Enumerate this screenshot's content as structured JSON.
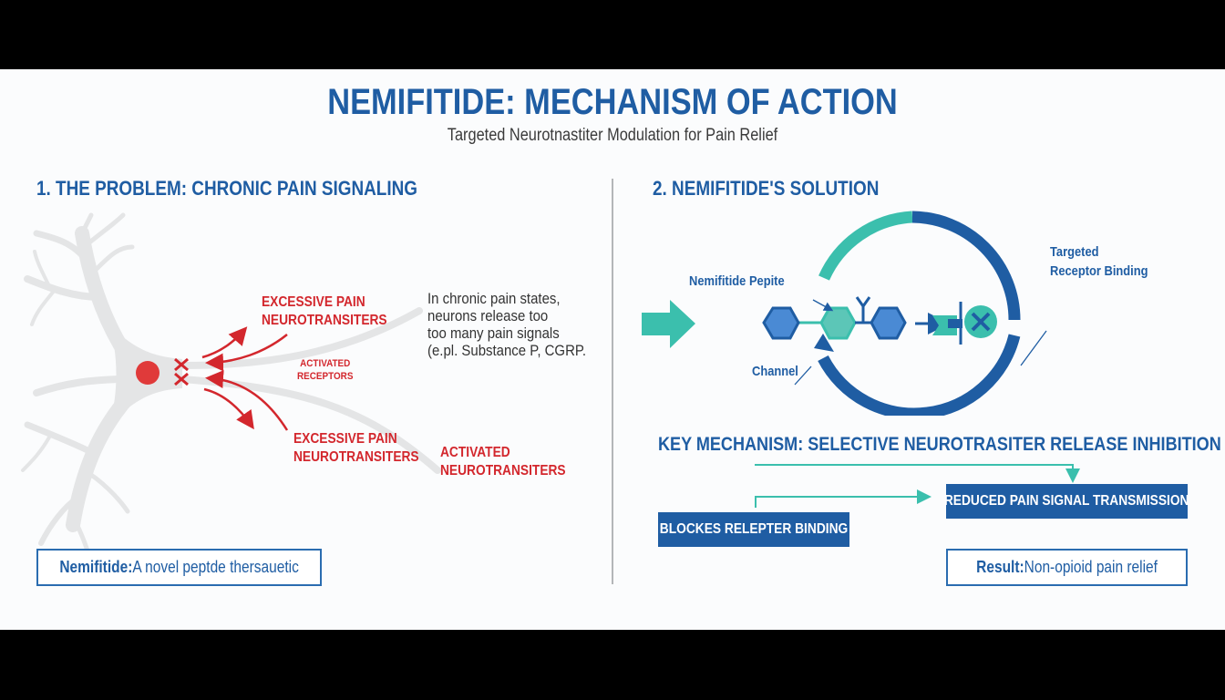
{
  "header": {
    "title": "NEMIFITIDE: MECHANISM OF ACTION",
    "subtitle": "Targeted Neurotnastiter Modulation for Pain Relief"
  },
  "colors": {
    "primary_blue": "#1f5da3",
    "teal": "#3bbfad",
    "red": "#d3272d",
    "neuron_gray": "#e4e5e6",
    "divider_gray": "#b4b6b8"
  },
  "problem": {
    "heading": "1. THE PROBLEM: CHRONIC PAIN SIGNALING",
    "label_top": [
      "EXCESSIVE PAIN",
      "NEUROTRANSITERS"
    ],
    "label_receptors": [
      "ACTIVATED",
      "RECEPTORS"
    ],
    "label_bottom": [
      "EXCESSIVE PAIN",
      "NEUROTRANSITERS"
    ],
    "label_activated": [
      "ACTIVATED",
      "NEUROTRANSITERS"
    ],
    "description": [
      "In chronic pain states,",
      "neurons release too",
      "too many pain signals",
      "(e.pl. Substance P, CGRP."
    ],
    "footer_box": {
      "bold": "Nemifitide:",
      "text": " A novel peptde thersauetic"
    }
  },
  "solution": {
    "heading": "2. NEMIFITIDE'S SOLUTION",
    "label_peptide": "Nemifitide Pepite",
    "label_channel": "Channel",
    "label_binding": [
      "Targeted",
      "Receptor Binding"
    ],
    "key_mechanism": "KEY MECHANISM: SELECTIVE NEUROTRASITER RELEASE INHIBITION",
    "box_blocks": "BLOCKES RELEPTER BINDING",
    "box_reduced": "REDUCED PAIN SIGNAL TRANSMISSION",
    "result_box": {
      "bold": "Result:",
      "text": " Non-opioid pain relief"
    }
  }
}
